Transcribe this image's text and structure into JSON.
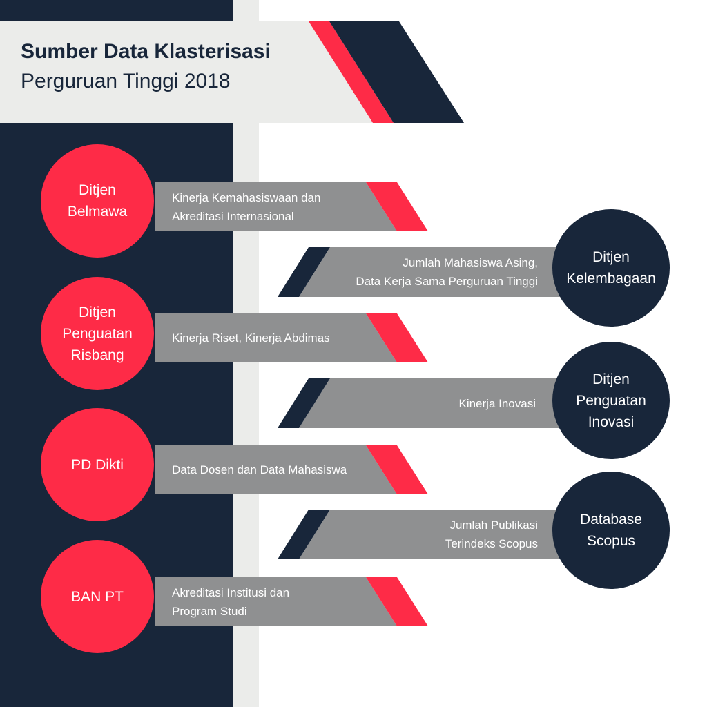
{
  "header": {
    "title": "Sumber Data Klasterisasi",
    "subtitle": "Perguruan Tinggi 2018"
  },
  "colors": {
    "navy": "#18263a",
    "red": "#fe2b47",
    "grey": "#8f9091",
    "light": "#ebecea"
  },
  "left_sources": [
    {
      "name": "Ditjen\nBelmawa",
      "data": "Kinerja Kemahasiswaan dan\nAkreditasi Internasional"
    },
    {
      "name": "Ditjen\nPenguatan\nRisbang",
      "data": "Kinerja Riset, Kinerja Abdimas"
    },
    {
      "name": "PD Dikti",
      "data": "Data Dosen dan Data Mahasiswa"
    },
    {
      "name": "BAN PT",
      "data": "Akreditasi Institusi dan\nProgram Studi"
    }
  ],
  "right_sources": [
    {
      "name": "Ditjen\nKelembagaan",
      "data": "Jumlah Mahasiswa Asing,\nData Kerja Sama Perguruan Tinggi"
    },
    {
      "name": "Ditjen\nPenguatan\nInovasi",
      "data": "Kinerja Inovasi"
    },
    {
      "name": "Database\nScopus",
      "data": "Jumlah Publikasi\nTerindeks Scopus"
    }
  ]
}
